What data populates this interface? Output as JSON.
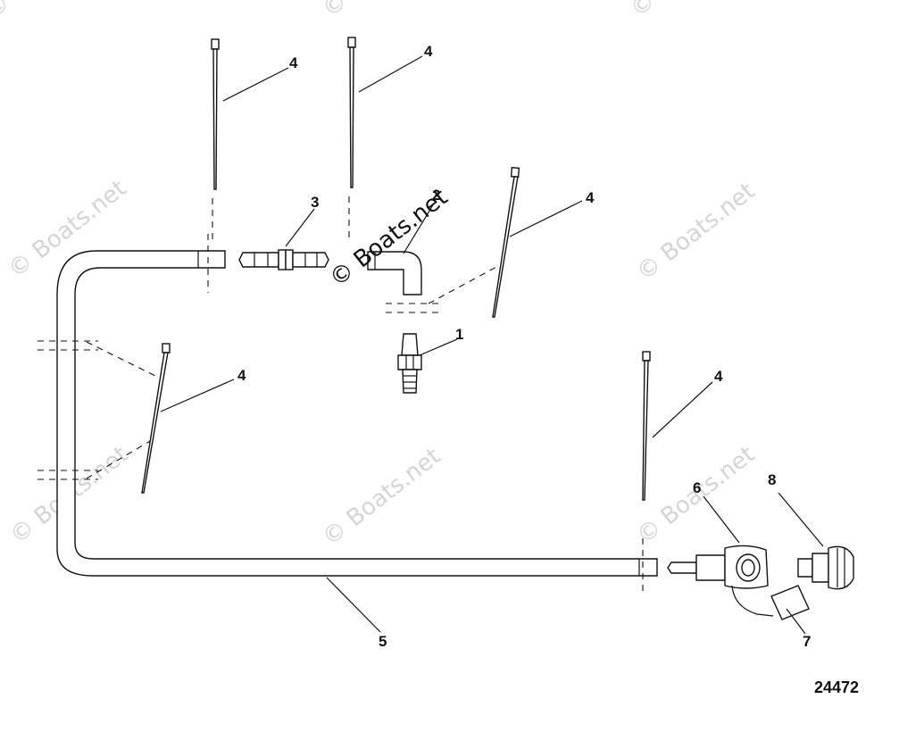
{
  "watermark_text": "© Boats.net",
  "drawing_number": "24472",
  "callouts": {
    "c1": "1",
    "c2": "2",
    "c3": "3",
    "c4a": "4",
    "c4b": "4",
    "c4c": "4",
    "c4d": "4",
    "c4e": "4",
    "c5": "5",
    "c6": "6",
    "c7": "7",
    "c8": "8"
  }
}
